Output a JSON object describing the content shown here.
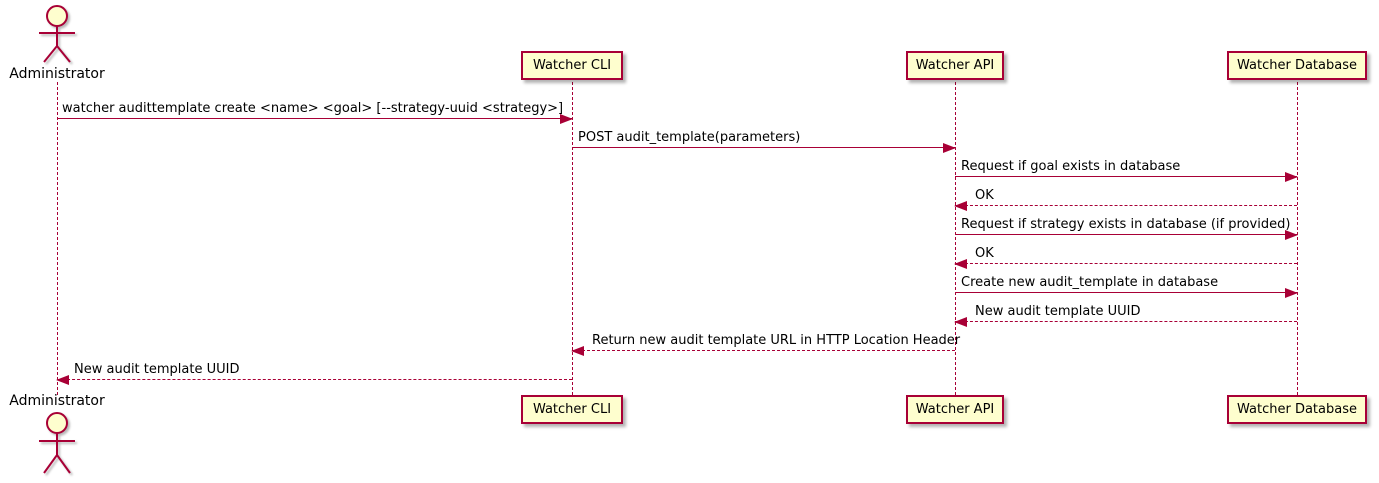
{
  "diagram": {
    "type": "sequence",
    "colors": {
      "line": "#A80036",
      "participant_fill": "#FEFECE",
      "text": "#000000",
      "background": "#FFFFFF"
    },
    "actor": {
      "name": "Administrator"
    },
    "participants": [
      {
        "name": "Watcher CLI"
      },
      {
        "name": "Watcher API"
      },
      {
        "name": "Watcher Database"
      }
    ],
    "messages": [
      {
        "label": "watcher audittemplate create <name> <goal> [--strategy-uuid <strategy>]",
        "from": "Administrator",
        "to": "Watcher CLI",
        "line": "solid",
        "direction": "right"
      },
      {
        "label": "POST audit_template(parameters)",
        "from": "Watcher CLI",
        "to": "Watcher API",
        "line": "solid",
        "direction": "right"
      },
      {
        "label": "Request if goal exists in database",
        "from": "Watcher API",
        "to": "Watcher Database",
        "line": "solid",
        "direction": "right"
      },
      {
        "label": "OK",
        "from": "Watcher Database",
        "to": "Watcher API",
        "line": "dashed",
        "direction": "left"
      },
      {
        "label": "Request if strategy exists in database (if provided)",
        "from": "Watcher API",
        "to": "Watcher Database",
        "line": "solid",
        "direction": "right"
      },
      {
        "label": "OK",
        "from": "Watcher Database",
        "to": "Watcher API",
        "line": "dashed",
        "direction": "left"
      },
      {
        "label": "Create new audit_template in database",
        "from": "Watcher API",
        "to": "Watcher Database",
        "line": "solid",
        "direction": "right"
      },
      {
        "label": "New audit template UUID",
        "from": "Watcher Database",
        "to": "Watcher API",
        "line": "dashed",
        "direction": "left"
      },
      {
        "label": "Return new audit template URL in HTTP Location Header",
        "from": "Watcher API",
        "to": "Watcher CLI",
        "line": "dashed",
        "direction": "left"
      },
      {
        "label": "New audit template UUID",
        "from": "Watcher CLI",
        "to": "Administrator",
        "line": "dashed",
        "direction": "left"
      }
    ]
  }
}
